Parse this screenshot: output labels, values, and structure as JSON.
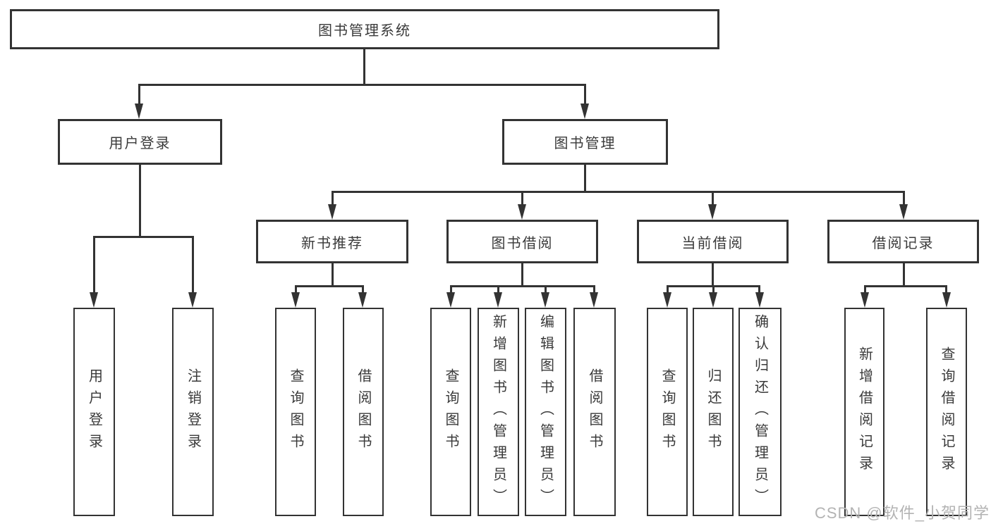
{
  "tree": {
    "root": "图书管理系统",
    "level2": {
      "user_login": "用户登录",
      "book_mgmt": "图书管理"
    },
    "level3": {
      "new_book_rec": "新书推荐",
      "book_borrow": "图书借阅",
      "current_borrow": "当前借阅",
      "borrow_records": "借阅记录"
    },
    "leaves": {
      "user_login": [
        "用户登录",
        "注销登录"
      ],
      "new_book_rec": [
        "查询图书",
        "借阅图书"
      ],
      "book_borrow": [
        "查询图书",
        "新增图书（管理员）",
        "编辑图书（管理员）",
        "借阅图书"
      ],
      "current_borrow": [
        "查询图书",
        "归还图书",
        "确认归还（管理员）"
      ],
      "borrow_records": [
        "新增借阅记录",
        "查询借阅记录"
      ]
    }
  },
  "watermark": "CSDN @软件_小贺同学",
  "colors": {
    "line": "#333333",
    "text": "#3a3a3a",
    "watermark": "#b3b3b3",
    "background": "#ffffff"
  }
}
